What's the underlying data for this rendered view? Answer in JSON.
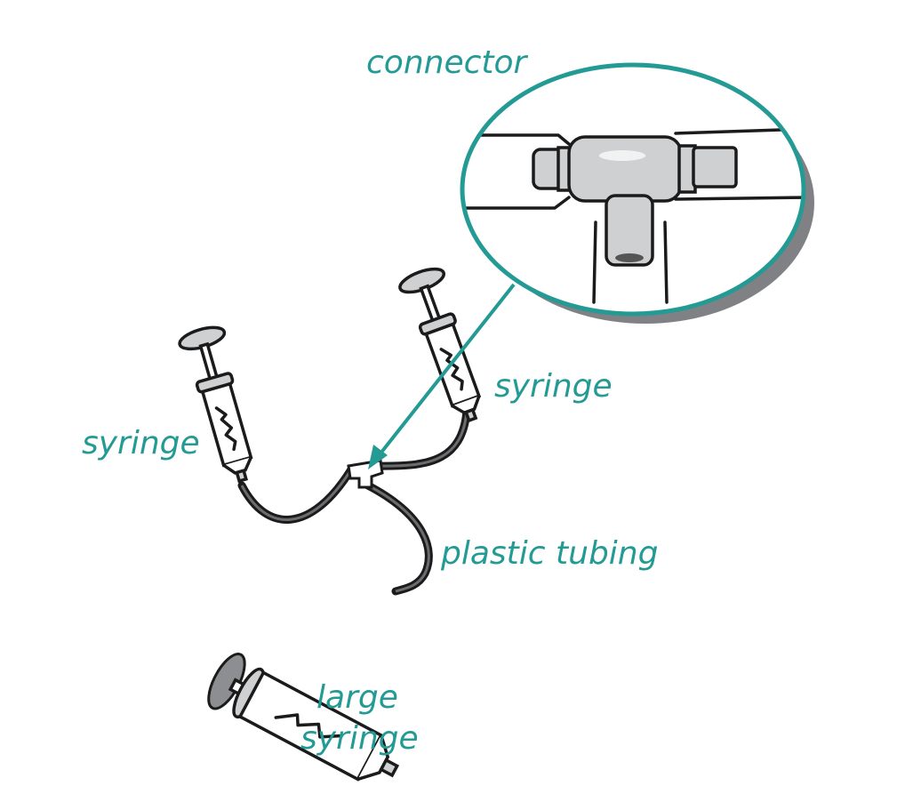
{
  "labels": {
    "connector": "connector",
    "syringe_right": "syringe",
    "syringe_left": "syringe",
    "plastic_tubing": "plastic tubing",
    "large_syringe_line1": "large",
    "large_syringe_line2": "syringe"
  },
  "colors": {
    "accent": "#249a94",
    "shadow": "#808184",
    "part_grey": "#cfd0d2"
  }
}
